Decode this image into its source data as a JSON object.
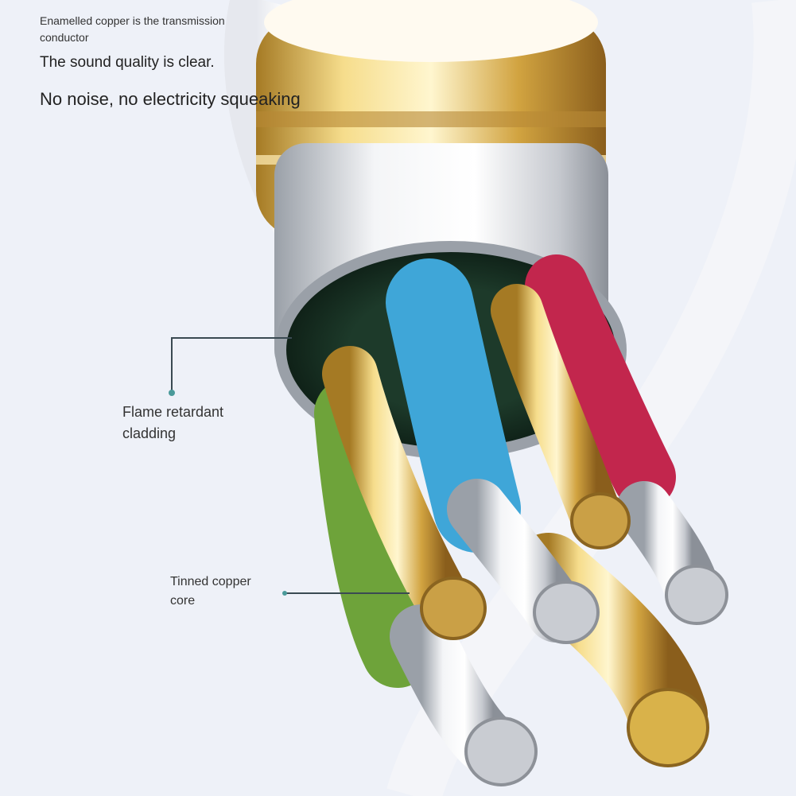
{
  "texts": {
    "caption_line1": "Enamelled copper is the transmission",
    "caption_line2": "conductor",
    "headline_1": "The sound quality is clear.",
    "headline_2": "No noise, no electricity squeaking",
    "flame_label_line1": "Flame retardant",
    "flame_label_line2": "cladding",
    "core_label_line1": "Tinned copper",
    "core_label_line2": "core"
  },
  "colors": {
    "background": "#eef1f8",
    "gold": "#d9b24a",
    "silver": "#d7d9de",
    "wire_green": "#6ea33a",
    "wire_blue": "#3fa6d8",
    "wire_red": "#c2264d",
    "callout_line": "#3a4a52"
  }
}
